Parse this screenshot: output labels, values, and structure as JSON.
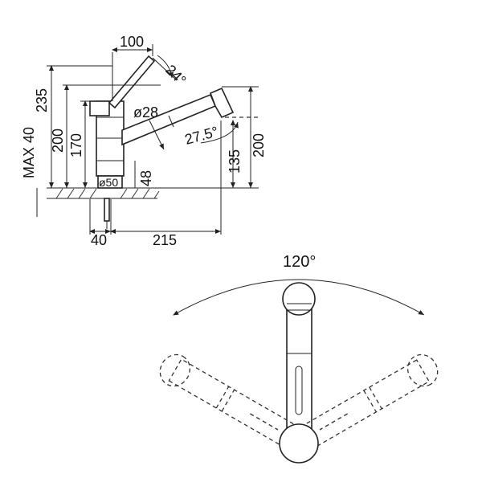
{
  "side_view": {
    "dims": {
      "d100": "100",
      "d24": "24°",
      "d235": "235",
      "d200_left": "200",
      "d170": "170",
      "d28": "ø28",
      "d275": "27.5°",
      "d135": "135",
      "d200_right": "200",
      "max40": "MAX 40",
      "d50": "ø50",
      "d48": "48",
      "d40": "40",
      "d215": "215"
    }
  },
  "top_view": {
    "angle_label": "120°"
  }
}
